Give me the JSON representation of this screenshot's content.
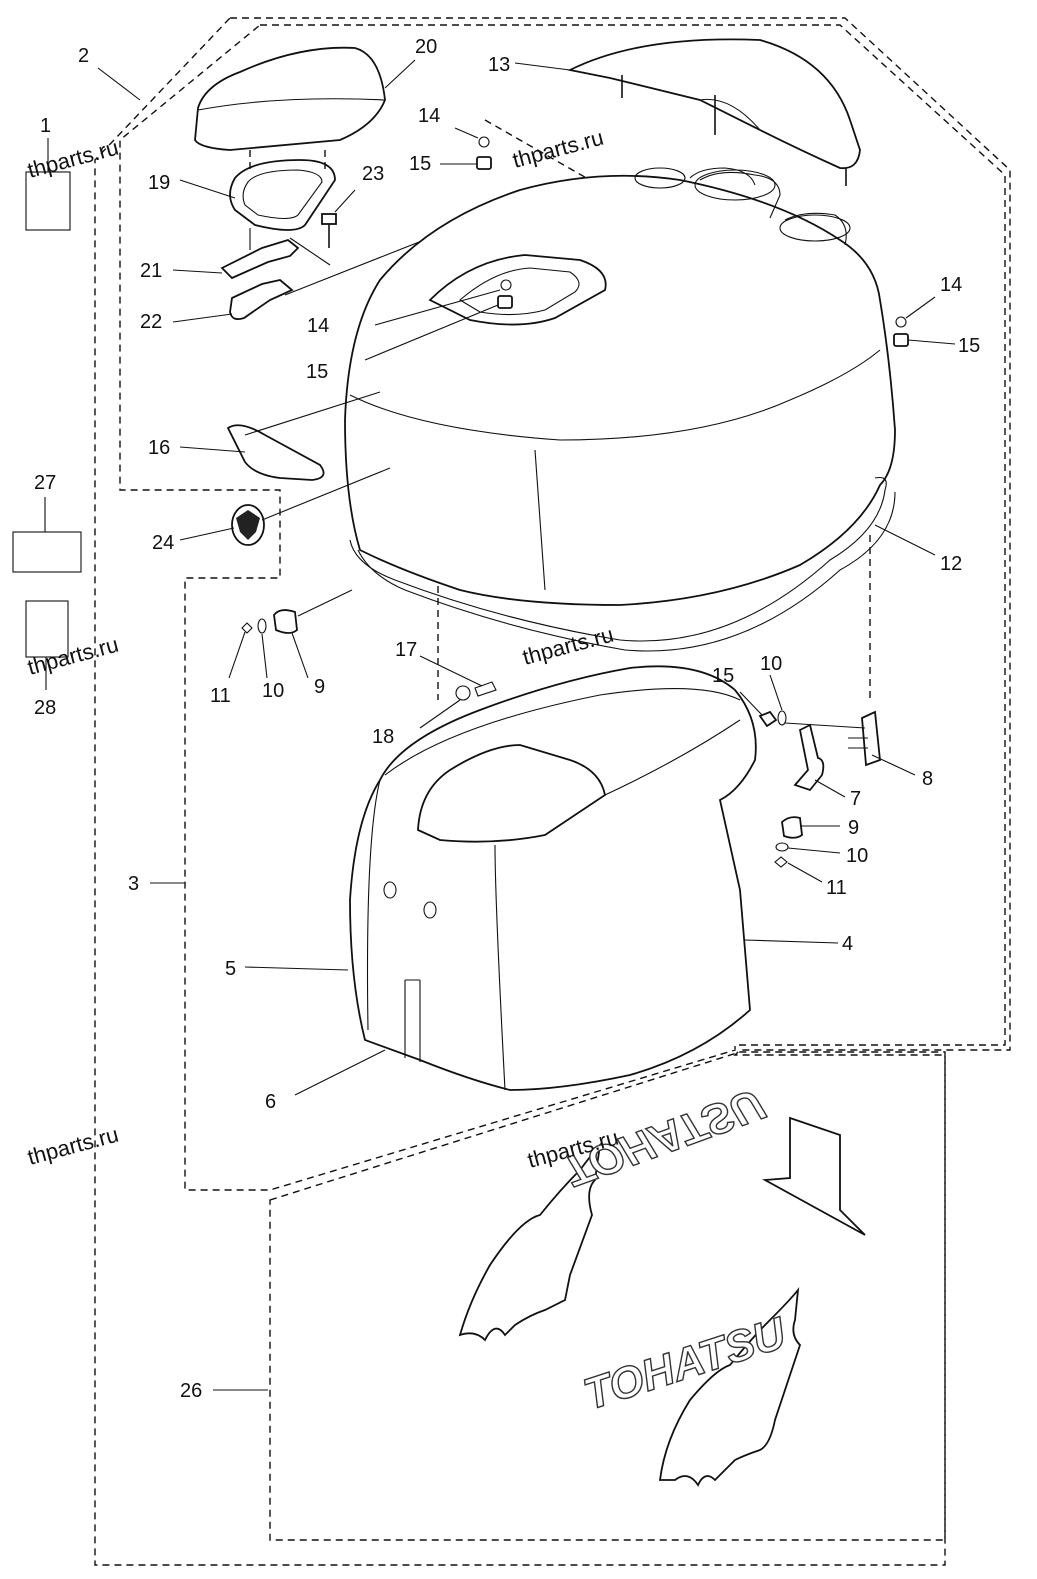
{
  "watermark": "thparts.ru",
  "logo_text_upright": "TOHATSU",
  "logo_text_mirrored": "TOHATSU",
  "callouts": {
    "c1": "1",
    "c2": "2",
    "c3": "3",
    "c4": "4",
    "c5": "5",
    "c6": "6",
    "c7": "7",
    "c8": "8",
    "c9a": "9",
    "c9b": "9",
    "c10a": "10",
    "c10b": "10",
    "c10c": "10",
    "c11a": "11",
    "c11b": "11",
    "c12": "12",
    "c13": "13",
    "c14a": "14",
    "c14b": "14",
    "c14c": "14",
    "c15a": "15",
    "c15b": "15",
    "c15c": "15",
    "c15d": "15",
    "c16": "16",
    "c17": "17",
    "c18": "18",
    "c19": "19",
    "c20": "20",
    "c21": "21",
    "c22": "22",
    "c23": "23",
    "c24": "24",
    "c26": "26",
    "c27": "27",
    "c28": "28"
  }
}
